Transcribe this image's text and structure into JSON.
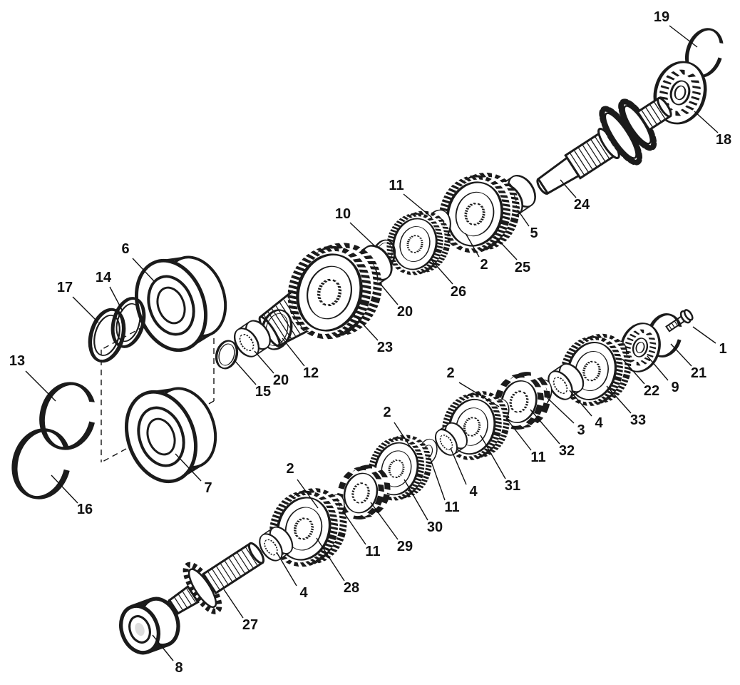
{
  "diagram": {
    "type": "exploded-parts-diagram",
    "subject": "transmission-gear-shaft-assembly",
    "colors": {
      "ink": "#1b1b1b",
      "background": "#ffffff"
    },
    "labels": [
      "19",
      "18",
      "24",
      "5",
      "11",
      "10",
      "2",
      "25",
      "26",
      "6",
      "14",
      "17",
      "20",
      "23",
      "13",
      "12",
      "20",
      "15",
      "1",
      "21",
      "9",
      "22",
      "2",
      "33",
      "4",
      "3",
      "32",
      "11",
      "16",
      "7",
      "31",
      "4",
      "11",
      "30",
      "2",
      "29",
      "11",
      "2",
      "28",
      "4",
      "27",
      "8"
    ]
  }
}
